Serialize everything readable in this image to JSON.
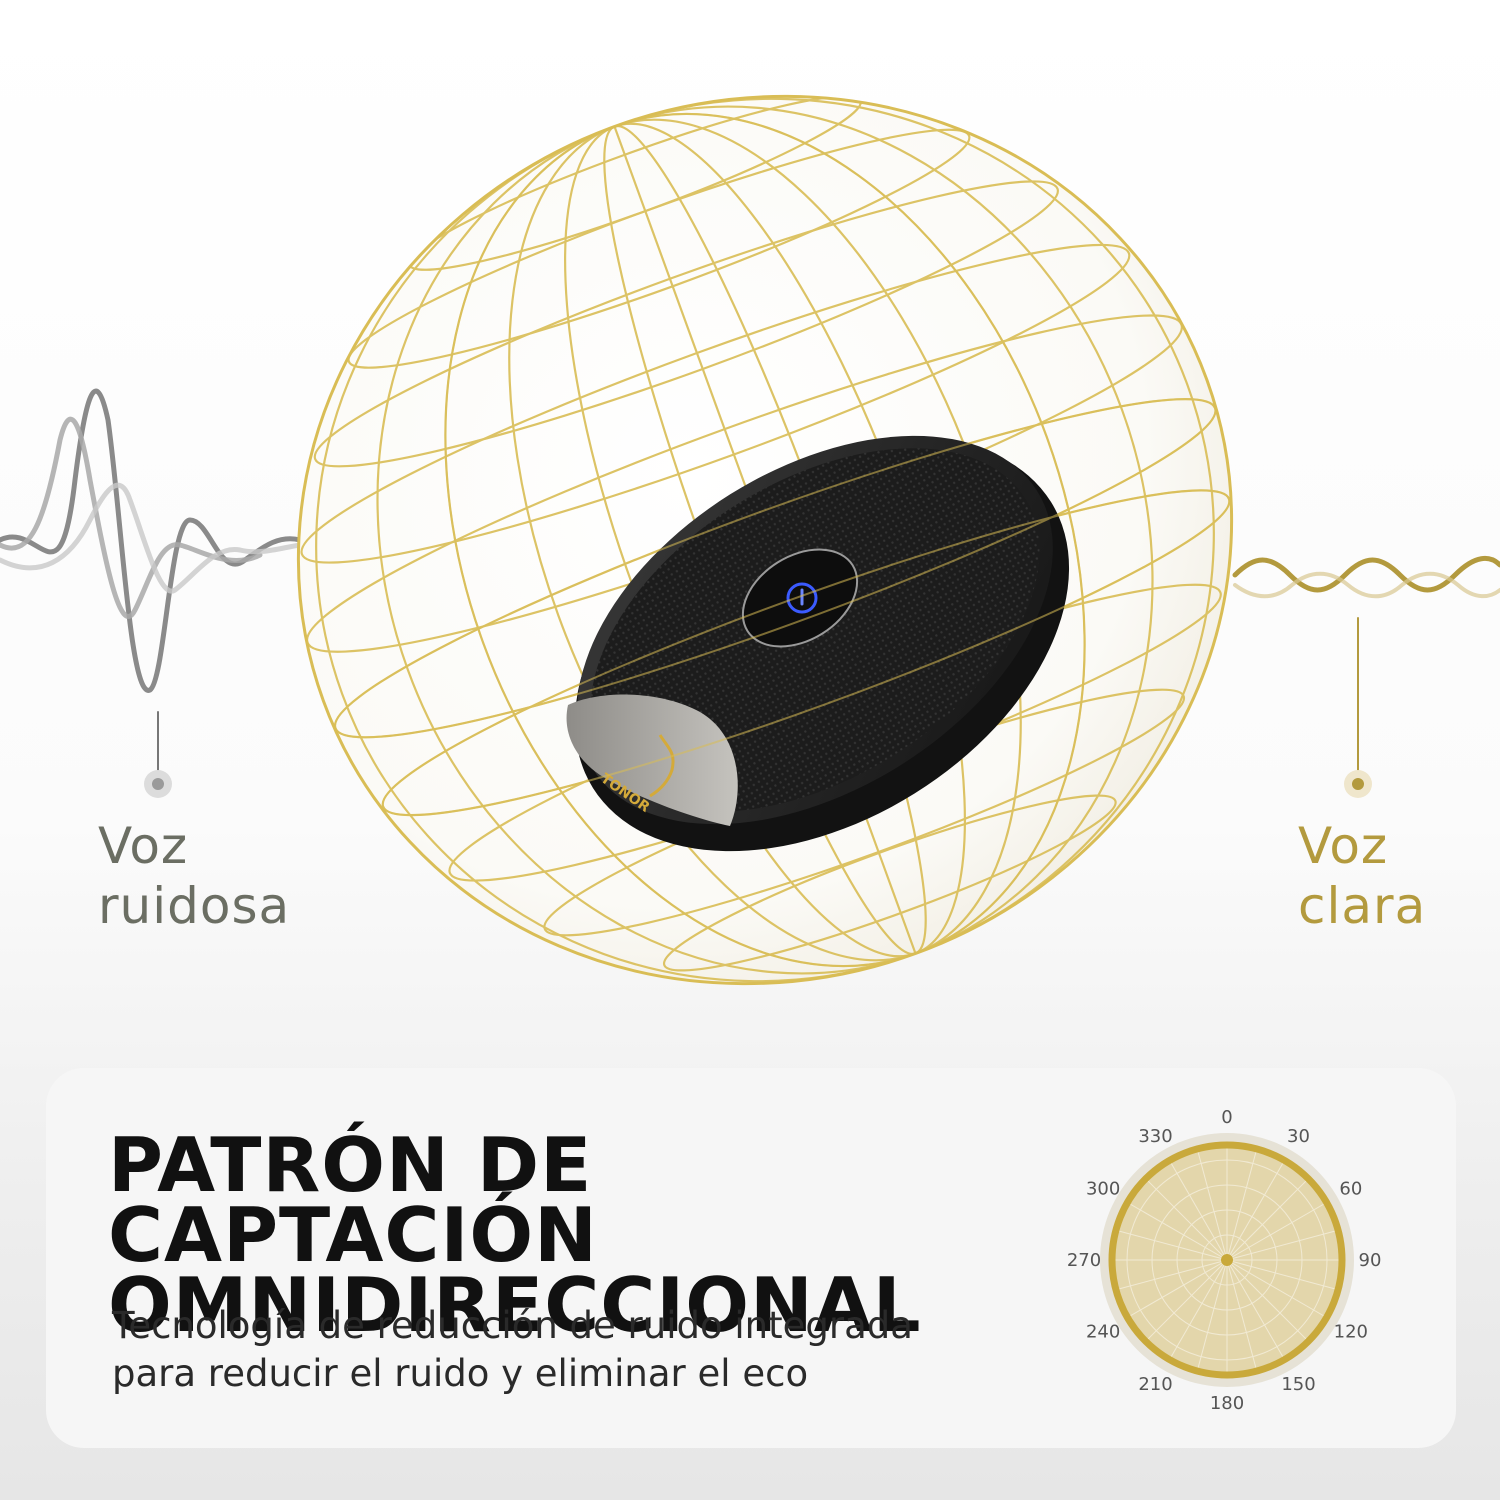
{
  "left_label": {
    "line1": "Voz",
    "line2": "ruidosa",
    "color": "#6b6e63"
  },
  "right_label": {
    "line1": "Voz",
    "line2": "clara",
    "color": "#b39a3e"
  },
  "device": {
    "brand": "TONOR",
    "button_icon": "microphone-button-icon"
  },
  "panel": {
    "title_line1": "PATRÓN DE CAPTACIÓN",
    "title_line2": "OMNIDIRECCIONAL",
    "subtitle_line1": "Tecnología de reducción de ruido integrada",
    "subtitle_line2": "para reducir el ruido y eliminar el eco"
  },
  "polar": {
    "angles": [
      "0",
      "30",
      "60",
      "90",
      "120",
      "150",
      "180",
      "210",
      "240",
      "270",
      "300",
      "330"
    ]
  },
  "colors": {
    "gold": "#c9a93b",
    "dark": "#111111"
  }
}
